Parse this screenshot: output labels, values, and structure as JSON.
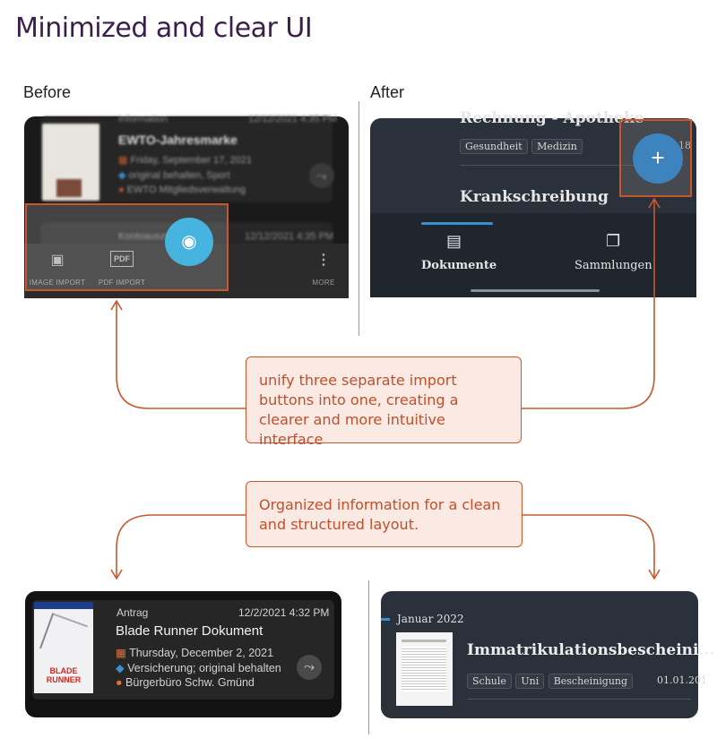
{
  "title": "Minimized and clear UI",
  "labels": {
    "before": "Before",
    "after": "After"
  },
  "before_top": {
    "card1": {
      "category": "Information",
      "date": "12/12/2021 4:35 PM",
      "name": "EWTO-Jahresmarke",
      "lines": [
        "Friday, September 17, 2021",
        "original behalten, Sport",
        "EWTO Mitgliedsverwaltung"
      ]
    },
    "card2": {
      "name": "Kontoauszug",
      "date": "12/12/2021 4:35 PM"
    },
    "toolbar": [
      {
        "label": "IMAGE IMPORT",
        "icon": "image-icon"
      },
      {
        "label": "PDF IMPORT",
        "icon": "pdf-icon"
      },
      {
        "label": "MORE",
        "icon": "more-vertical-icon"
      }
    ],
    "fab_icon": "camera-icon"
  },
  "after_top": {
    "doc1_title": "Rechnung - Apotheke",
    "doc1_tags": [
      "Gesundheit",
      "Medizin"
    ],
    "doc1_date_fragment": "18",
    "doc2_title": "Krankschreibung",
    "nav": [
      {
        "label": "Dokumente",
        "icon": "document-icon"
      },
      {
        "label": "Sammlungen",
        "icon": "collection-icon"
      }
    ],
    "fab_icon": "plus-icon"
  },
  "callout1": "unify three separate import buttons into one, creating a clearer and more intuitive interface",
  "callout2": "Organized information for a clean and structured layout.",
  "before_bottom": {
    "category": "Antrag",
    "date": "12/2/2021 4:32 PM",
    "name": "Blade Runner Dokument",
    "lines": [
      "Thursday, December 2, 2021",
      "Versicherung; original behalten",
      "Bürgerbüro Schw. Gmünd"
    ],
    "poster_text": "BLADE RUNNER"
  },
  "after_bottom": {
    "month": "Januar 2022",
    "title": "Immatrikulationsbescheini...",
    "tags": [
      "Schule",
      "Uni",
      "Bescheinigung"
    ],
    "date": "01.01.201"
  },
  "colors": {
    "accent": "#c8582c",
    "callout_bg": "#fbe9e4",
    "fab_blue": "#3d84bf",
    "camera_blue": "#46b4de",
    "title": "#3b1f4b"
  }
}
